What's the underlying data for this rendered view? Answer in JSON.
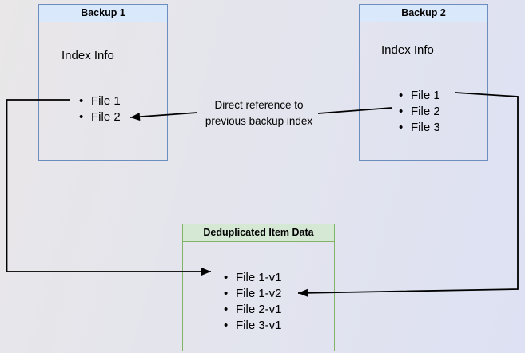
{
  "diagram": {
    "backup1": {
      "title": "Backup 1",
      "body_label": "Index Info",
      "files": [
        "File 1",
        "File 2"
      ]
    },
    "backup2": {
      "title": "Backup 2",
      "body_label": "Index Info",
      "files": [
        "File 1",
        "File 2",
        "File 3"
      ]
    },
    "dedup": {
      "title": "Deduplicated Item Data",
      "items": [
        "File 1-v1",
        "File 1-v2",
        "File 2-v1",
        "File 3-v1"
      ]
    },
    "annotation": {
      "line1": "Direct reference to",
      "line2": "previous backup index"
    },
    "colors": {
      "blue_header": "#dae8fc",
      "blue_border": "#6c8ebf",
      "green_header": "#d5e8d4",
      "green_border": "#82b366",
      "connector": "#000000",
      "bg_from": "#e9e7e8",
      "bg_to": "#dde1f3"
    },
    "connectors": [
      {
        "name": "backup2-file2-to-backup1-file2",
        "label": "Direct reference to previous backup index"
      },
      {
        "name": "backup1-file1-to-dedup-file1v1",
        "label": ""
      },
      {
        "name": "backup2-file1-to-dedup-file1v2",
        "label": ""
      }
    ]
  }
}
